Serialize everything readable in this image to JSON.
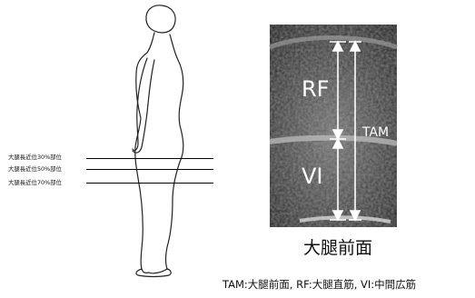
{
  "levels": [
    {
      "label": "大腿長近位30%部位"
    },
    {
      "label": "大腿長近位50%部位"
    },
    {
      "label": "大腿長近位70%部位"
    }
  ],
  "ultrasound": {
    "rf_label": "RF",
    "vi_label": "VI",
    "tam_label": "TAM"
  },
  "view_title": "大腿前面",
  "footnote": "TAM:大腿前面, RF:大腿直筋, VI:中間広筋",
  "colors": {
    "line": "#000000",
    "text": "#111111",
    "us_text": "#ffffff"
  }
}
